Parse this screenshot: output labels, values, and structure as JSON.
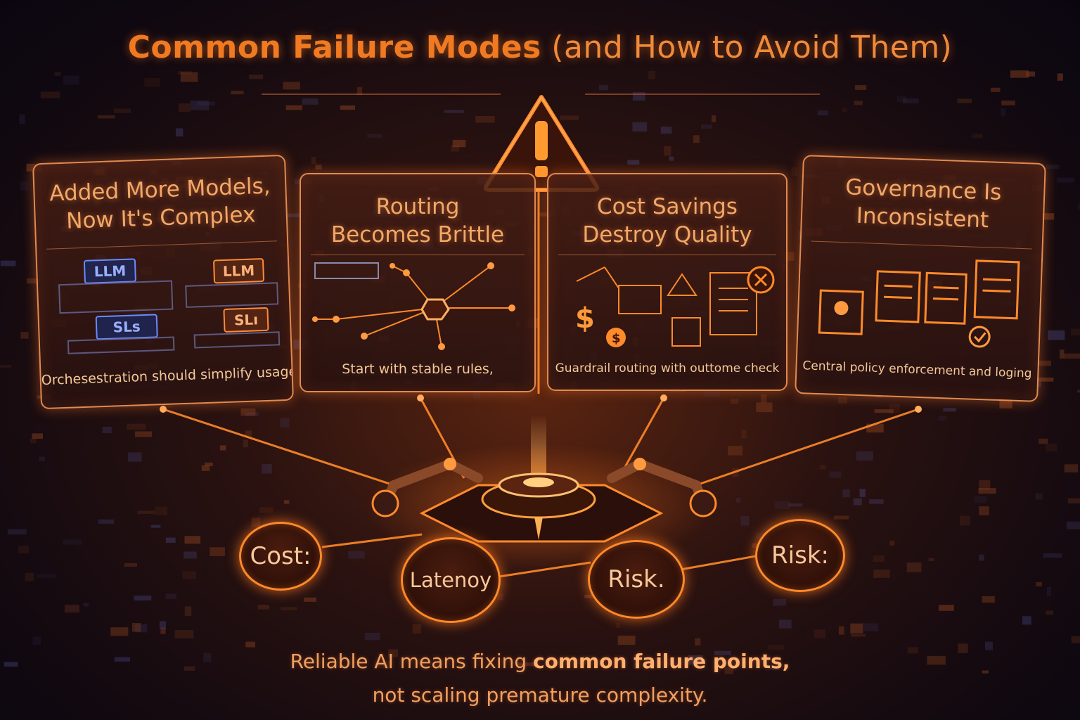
{
  "title": {
    "main": "Common Failure Modes",
    "sub": "(and How to Avoid Them)"
  },
  "cards": [
    {
      "title": "Added More Models,\nNow It's Complex",
      "art_labels": [
        "LLM",
        "LLM",
        "SLs",
        "SLı"
      ],
      "footer": "Orchesestration should simplify usage"
    },
    {
      "title": "Routing\nBecomes Brittle",
      "footer": "Start with stable rules,"
    },
    {
      "title": "Cost Savings\nDestroy Quality",
      "footer": "Guardrail routing with outtome check"
    },
    {
      "title": "Governance Is\nInconsistent",
      "footer": "Central policy enforcement and loging"
    }
  ],
  "bubbles": [
    "Cost:",
    "Latenoy",
    "Risk.",
    "Risk:"
  ],
  "footer": {
    "line1_plain": "Reliable AI means fixing ",
    "line1_bold": "common failure points,",
    "line2": "not scaling premature complexity."
  },
  "colors": {
    "accent": "#ff8a2a",
    "title": "#f07a22",
    "background": "#1a0c10"
  }
}
